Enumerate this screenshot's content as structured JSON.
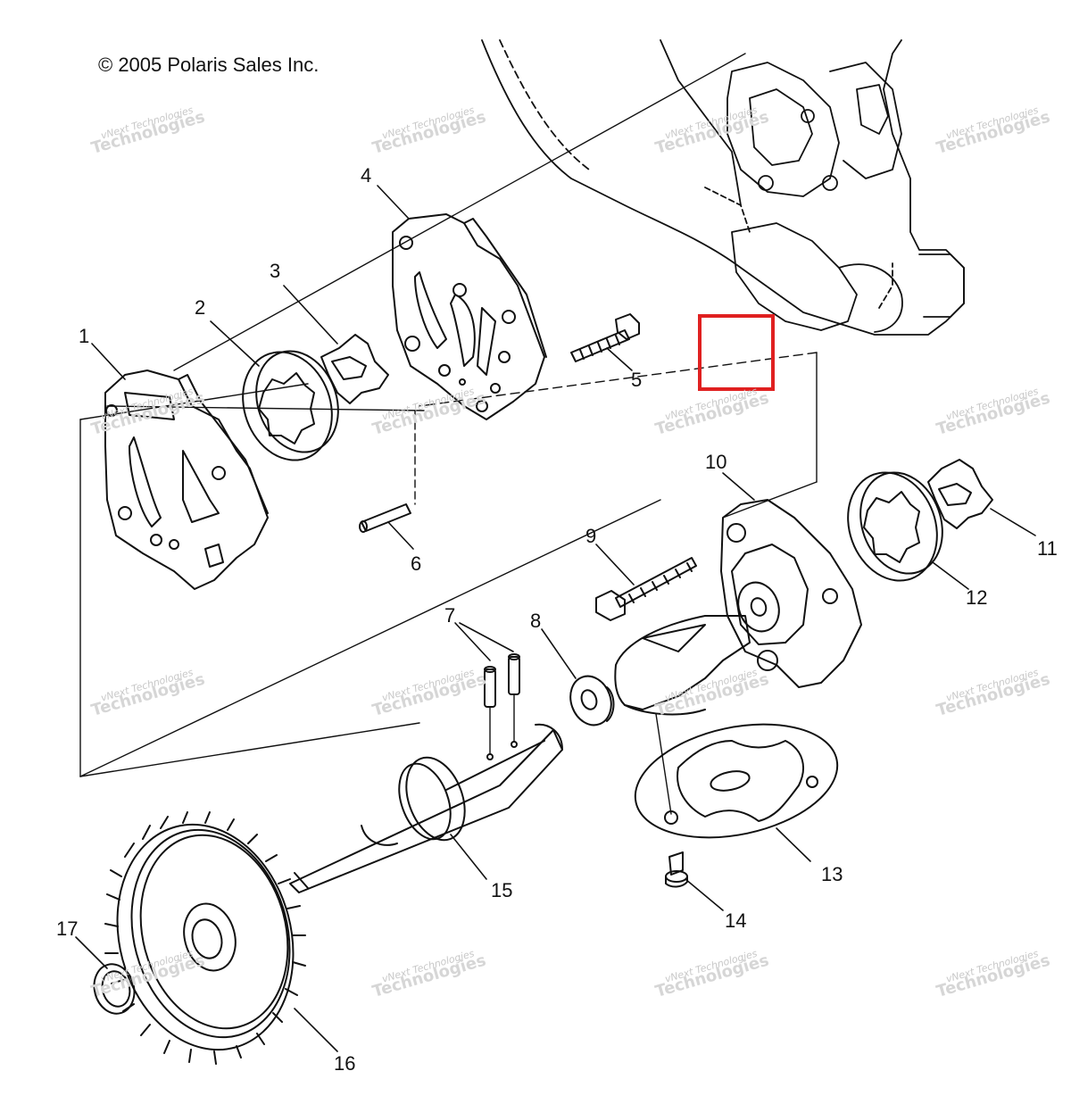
{
  "copyright": "© 2005 Polaris Sales Inc.",
  "watermark": {
    "line1": "vNext Technologies",
    "line2": "Technologies"
  },
  "callouts": [
    "1",
    "2",
    "3",
    "4",
    "5",
    "6",
    "7",
    "8",
    "9",
    "10",
    "11",
    "12",
    "13",
    "14",
    "15",
    "16",
    "17"
  ],
  "highlight_color": "#e02020"
}
